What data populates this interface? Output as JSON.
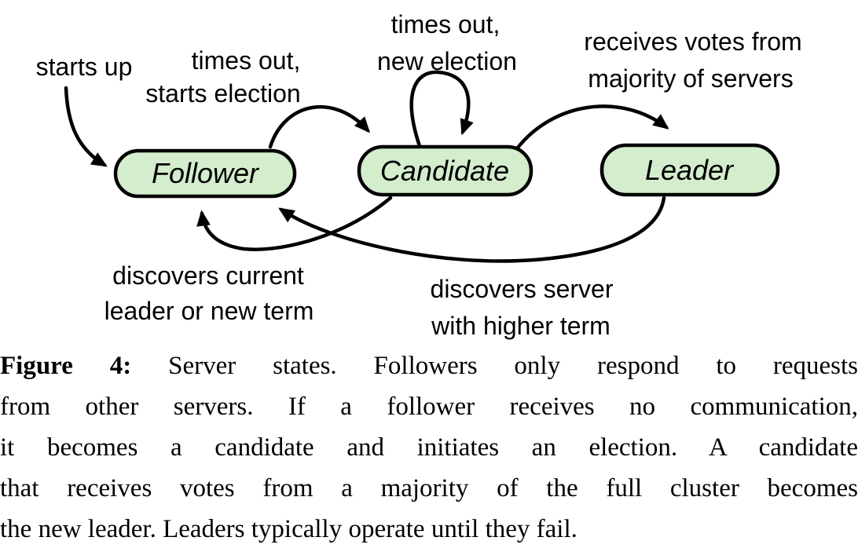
{
  "colors": {
    "node_fill": "#d4edcd",
    "ink": "#000000"
  },
  "figure": {
    "states": [
      {
        "id": "follower",
        "label": "Follower"
      },
      {
        "id": "candidate",
        "label": "Candidate"
      },
      {
        "id": "leader",
        "label": "Leader"
      }
    ],
    "transitions": [
      {
        "id": "start",
        "from": null,
        "to": "follower",
        "label_lines": [
          "starts up"
        ]
      },
      {
        "id": "follower-to-candidate",
        "from": "follower",
        "to": "candidate",
        "label_lines": [
          "times out,",
          "starts election"
        ]
      },
      {
        "id": "candidate-self-loop",
        "from": "candidate",
        "to": "candidate",
        "label_lines": [
          "times out,",
          "new election"
        ]
      },
      {
        "id": "candidate-to-leader",
        "from": "candidate",
        "to": "leader",
        "label_lines": [
          "receives votes from",
          "majority of servers"
        ]
      },
      {
        "id": "candidate-to-follower",
        "from": "candidate",
        "to": "follower",
        "label_lines": [
          "discovers current",
          "leader or new term"
        ]
      },
      {
        "id": "leader-to-follower",
        "from": "leader",
        "to": "follower",
        "label_lines": [
          "discovers server",
          "with higher term"
        ]
      }
    ]
  },
  "caption": {
    "prefix": "Figure 4:",
    "lines": [
      " Server states. Followers only respond to requests",
      "from other servers. If a follower receives no communication,",
      "it becomes a candidate and initiates an election. A candidate",
      "that receives votes from a majority of the full cluster becomes",
      "the new leader. Leaders typically operate until they fail."
    ]
  }
}
